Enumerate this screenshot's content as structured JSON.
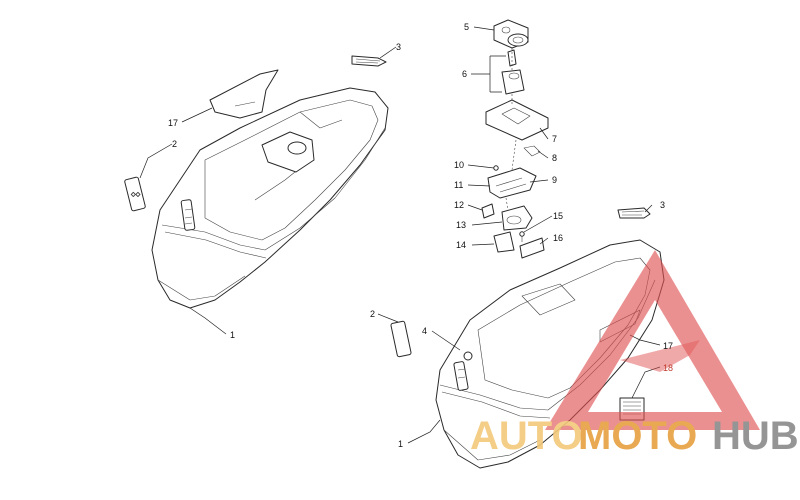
{
  "callouts": [
    {
      "id": "c-5",
      "text": "5"
    },
    {
      "id": "c-3a",
      "text": "3"
    },
    {
      "id": "c-6",
      "text": "6"
    },
    {
      "id": "c-17a",
      "text": "17"
    },
    {
      "id": "c-2a",
      "text": "2"
    },
    {
      "id": "c-7",
      "text": "7"
    },
    {
      "id": "c-8",
      "text": "8"
    },
    {
      "id": "c-10",
      "text": "10"
    },
    {
      "id": "c-9",
      "text": "9"
    },
    {
      "id": "c-11",
      "text": "11"
    },
    {
      "id": "c-12",
      "text": "12"
    },
    {
      "id": "c-15",
      "text": "15"
    },
    {
      "id": "c-3b",
      "text": "3"
    },
    {
      "id": "c-13",
      "text": "13"
    },
    {
      "id": "c-16",
      "text": "16"
    },
    {
      "id": "c-14",
      "text": "14"
    },
    {
      "id": "c-1a",
      "text": "1"
    },
    {
      "id": "c-2b",
      "text": "2"
    },
    {
      "id": "c-4",
      "text": "4"
    },
    {
      "id": "c-17b",
      "text": "17"
    },
    {
      "id": "c-18",
      "text": "18"
    },
    {
      "id": "c-1b",
      "text": "1"
    }
  ],
  "watermark": {
    "part1": "AUTO",
    "part2": "MOTO",
    "part3": "HUB",
    "triangle_color": "#e05050",
    "color1": "#f3c97a",
    "color2": "#e6a040",
    "color3": "#8a8a8a"
  }
}
